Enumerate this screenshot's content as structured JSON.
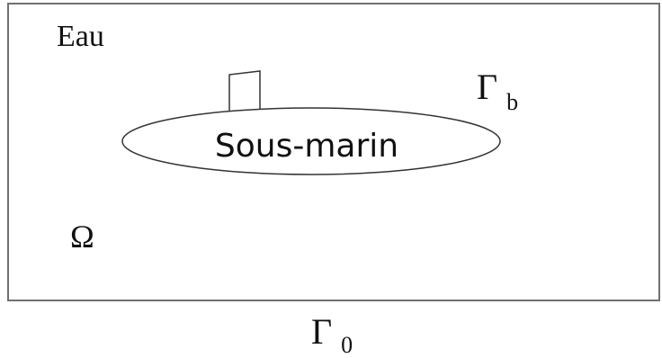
{
  "labels": {
    "water": "Eau",
    "domain": "Ω",
    "object": "Sous-marin",
    "gamma_b": {
      "symbol": "Γ",
      "subscript": "b"
    },
    "gamma_0": {
      "symbol": "Γ",
      "subscript": "0"
    }
  },
  "colors": {
    "frame": "#707070",
    "stroke": "#333333",
    "text": "#111111",
    "background": "#ffffff"
  }
}
